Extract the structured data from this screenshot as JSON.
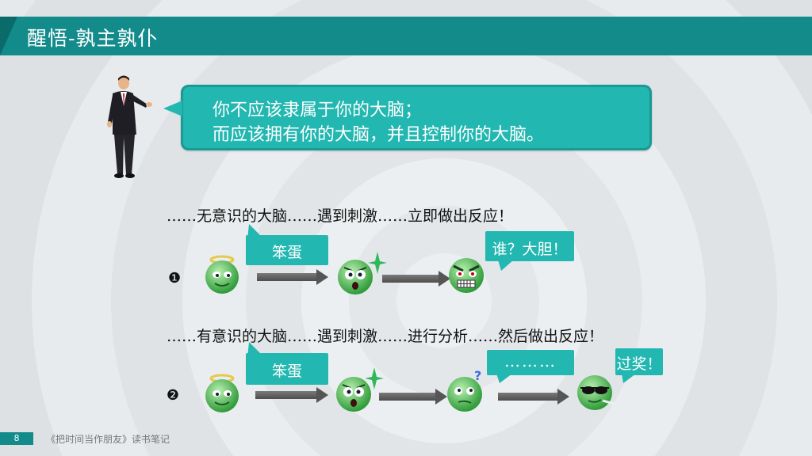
{
  "header": {
    "title": "醒悟-孰主孰仆"
  },
  "quote": {
    "line1": "你不应该隶属于你的大脑；",
    "line2": "而应该拥有你的大脑，并且控制你的大脑。"
  },
  "scenario1": {
    "number": "❶",
    "caption": "……无意识的大脑……遇到刺激……立即做出反应！",
    "stimulus": "笨蛋",
    "reply": "谁？大胆！"
  },
  "scenario2": {
    "number": "❷",
    "caption": "……有意识的大脑……遇到刺激……进行分析……然后做出反应！",
    "stimulus": "笨蛋",
    "thinking": "………",
    "reply": "过奖！"
  },
  "footer": {
    "page": "8",
    "book": "《把时间当作朋友》读书笔记"
  },
  "colors": {
    "accent": "#138b8b",
    "bubble": "#22b7b0"
  }
}
